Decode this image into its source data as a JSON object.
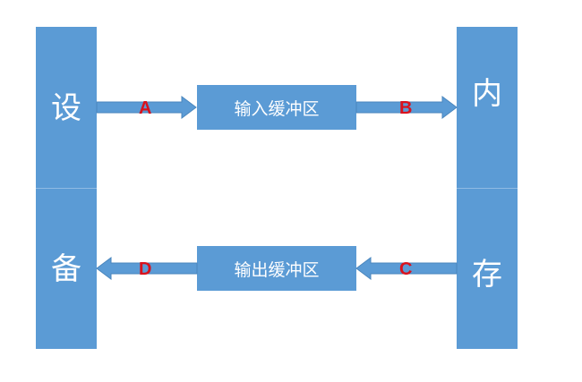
{
  "device": {
    "top_char": "设",
    "bottom_char": "备"
  },
  "memory": {
    "top_char": "内",
    "bottom_char": "存"
  },
  "buffers": {
    "input": "输入缓冲区",
    "output": "输出缓冲区"
  },
  "arrows": {
    "a": "A",
    "b": "B",
    "c": "C",
    "d": "D"
  },
  "colors": {
    "block": "#5b9bd5",
    "label": "#d9121d"
  }
}
